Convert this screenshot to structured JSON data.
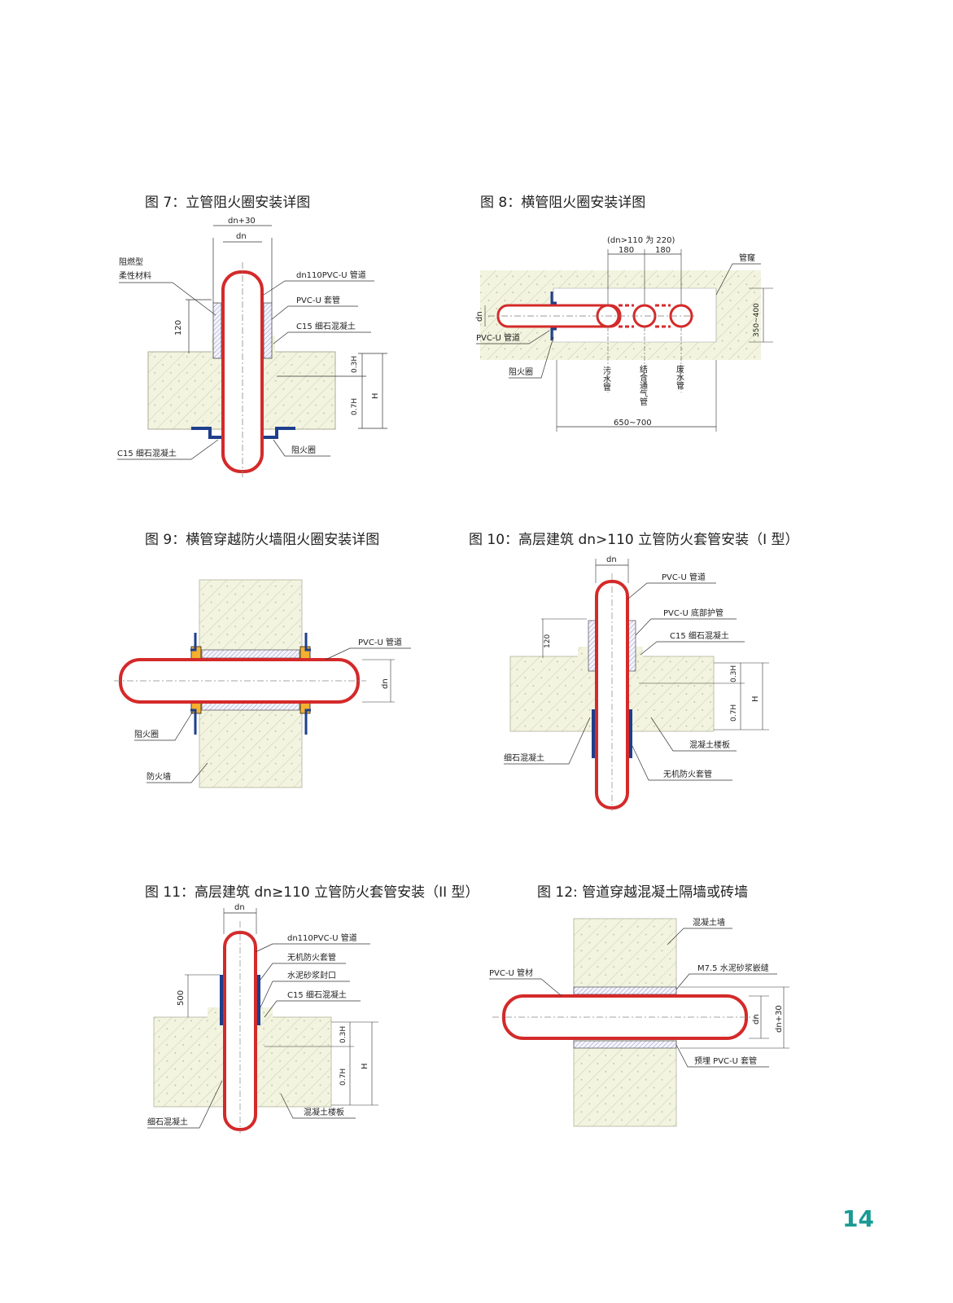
{
  "page_number": "14",
  "colors": {
    "pipe": "#d42a2a",
    "collar": "#1e3f8c",
    "concrete": "#f2f4df",
    "page_number": "#1a9a94"
  },
  "fig7": {
    "title": "图 7：立管阻火圈安装详图",
    "dim_top": "dn+30",
    "dim_dn": "dn",
    "label_flame_1": "阻燃型",
    "label_flame_2": "柔性材料",
    "label_pipe": "dn110PVC-U  管道",
    "label_sleeve": "PVC-U  套管",
    "label_c15": "C15  细石混凝土",
    "dim_120": "120",
    "dim_03h": "0.3H",
    "dim_07h": "0.7H",
    "dim_h": "H",
    "label_c15_bottom": "C15  细石混凝土",
    "label_ring": "阻火圈"
  },
  "fig8": {
    "title": "图 8：横管阻火圈安装详图",
    "dim_note": "(dn>110  为  220)",
    "dim_180a": "180",
    "dim_180b": "180",
    "label_shaft": "管窿",
    "dim_350": "350~400",
    "dim_dn": "dn",
    "label_pvc": "PVC-U  管道",
    "label_ring": "阻火圈",
    "label_waste": "污水管",
    "label_vent": "结合通气管",
    "label_waste2": "废水管",
    "dim_650": "650~700"
  },
  "fig9": {
    "title": "图 9：横管穿越防火墙阻火圈安装详图",
    "label_pipe": "PVC-U  管道",
    "dim_dn": "dn",
    "label_ring": "阻火圈",
    "label_wall": "防火墙"
  },
  "fig10": {
    "title": "图 10：高层建筑 dn>110 立管防火套管安装（I 型）",
    "dim_dn": "dn",
    "label_pipe": "PVC-U  管道",
    "label_base": "PVC-U  底部护管",
    "label_c15": "C15  细石混凝土",
    "dim_120": "120",
    "dim_03h": "0.3H",
    "dim_07h": "0.7H",
    "dim_h": "H",
    "label_fine": "细石混凝土",
    "label_slab": "混凝土楼板",
    "label_sleeve": "无机防火套管"
  },
  "fig11": {
    "title": "图 11：高层建筑 dn≥110 立管防火套管安装（II 型）",
    "dim_dn": "dn",
    "label_pipe": "dn110PVC-U  管道",
    "label_sleeve": "无机防火套管",
    "label_seal": "水泥砂浆封口",
    "label_c15": "C15  细石混凝土",
    "dim_500": "500",
    "dim_03h": "0.3H",
    "dim_07h": "0.7H",
    "dim_h": "H",
    "label_fine": "细石混凝土",
    "label_slab": "混凝土楼板"
  },
  "fig12": {
    "title": "图 12: 管道穿越混凝土隔墙或砖墙",
    "label_wall": "混凝土墙",
    "label_pipe": "PVC-U  管材",
    "label_mortar": "M7.5  水泥砂浆嵌缝",
    "dim_dn": "dn",
    "dim_dn30": "dn+30",
    "label_sleeve": "预埋  PVC-U  套管"
  }
}
